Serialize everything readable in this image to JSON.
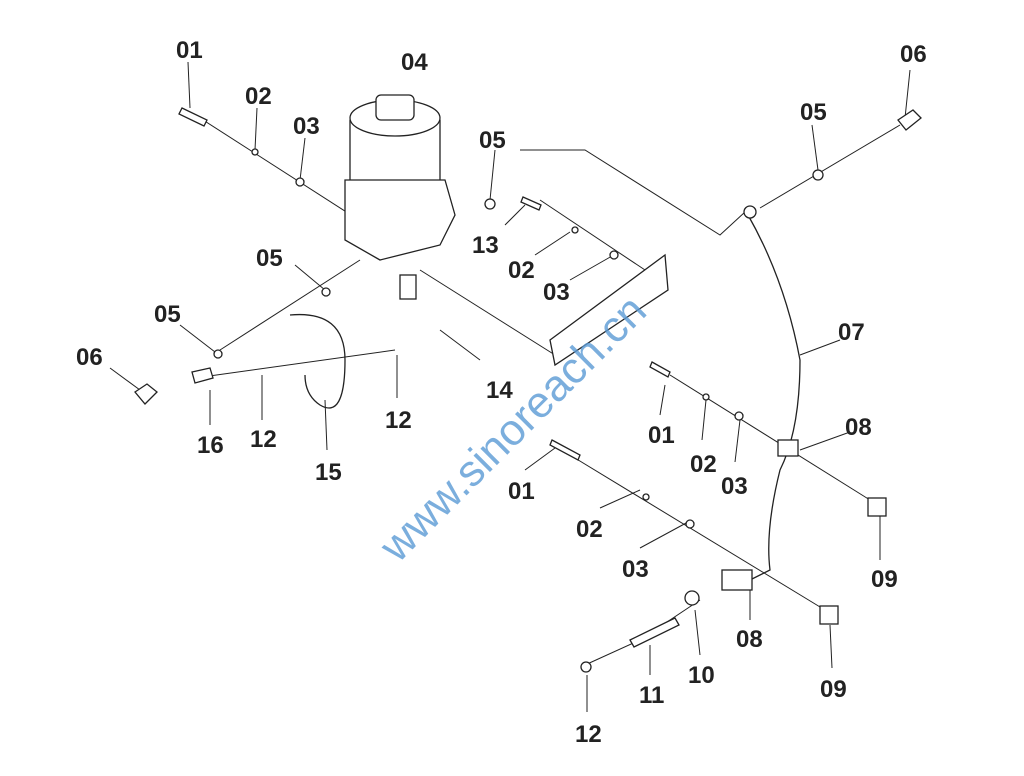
{
  "watermark": "www.sinoreach.cn",
  "labels": {
    "l01a": "01",
    "l02a": "02",
    "l03a": "03",
    "l04": "04",
    "l05a": "05",
    "l13": "13",
    "l02b": "02",
    "l03b": "03",
    "l05b": "05",
    "l05c": "05",
    "l06a": "06",
    "l16": "16",
    "l12a": "12",
    "l15": "15",
    "l12b": "12",
    "l14": "14",
    "l06b": "06",
    "l05d": "05",
    "l07": "07",
    "l08a": "08",
    "l01b": "01",
    "l02c": "02",
    "l03c": "03",
    "l09a": "09",
    "l01c": "01",
    "l02d": "02",
    "l03d": "03",
    "l08b": "08",
    "l09b": "09",
    "l10": "10",
    "l11": "11",
    "l12c": "12"
  }
}
